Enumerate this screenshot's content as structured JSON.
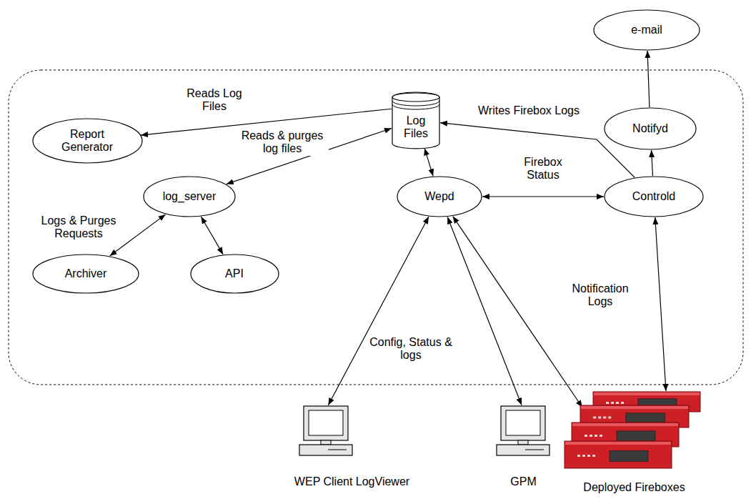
{
  "diagram": {
    "nodes": [
      {
        "text": [
          "e-mail"
        ]
      },
      {
        "text": [
          "Report Generator"
        ]
      },
      {
        "text": [
          "Log Files"
        ]
      },
      {
        "text": [
          "Notifyd"
        ]
      },
      {
        "text": [
          "log_server"
        ]
      },
      {
        "text": [
          "Wepd"
        ]
      },
      {
        "text": [
          "Controld"
        ]
      },
      {
        "text": [
          "Archiver"
        ]
      },
      {
        "text": [
          "API"
        ]
      },
      {
        "text": [
          "WEP Client LogViewer"
        ]
      },
      {
        "text": [
          "GPM"
        ]
      },
      {
        "text": [
          "Deployed Fireboxes"
        ]
      }
    ],
    "edges": [
      {
        "from": 2,
        "to": 1,
        "label": "Reads Log Files",
        "arrow": "to"
      },
      {
        "from": 4,
        "to": 2,
        "label": "Reads & purges log files",
        "arrow": "both"
      },
      {
        "from": 2,
        "to": 5,
        "arrow": "both"
      },
      {
        "from": 6,
        "to": 2,
        "label": "Writes Firebox Logs",
        "arrow": "to"
      },
      {
        "from": 6,
        "to": 3,
        "arrow": "to"
      },
      {
        "from": 3,
        "to": 0,
        "arrow": "to"
      },
      {
        "from": 5,
        "to": 6,
        "label": "Firebox Status",
        "arrow": "both"
      },
      {
        "from": 4,
        "to": 7,
        "label": "Logs & Purges Requests",
        "arrow": "both"
      },
      {
        "from": 4,
        "to": 8,
        "arrow": "both"
      },
      {
        "from": 5,
        "to": 9,
        "label": "Config, Status & logs",
        "arrow": "both"
      },
      {
        "from": 5,
        "to": 10,
        "arrow": "both"
      },
      {
        "from": 5,
        "to": 11,
        "arrow": "both"
      },
      {
        "from": 6,
        "to": 11,
        "label": "Notification Logs",
        "arrow": "both"
      }
    ]
  }
}
